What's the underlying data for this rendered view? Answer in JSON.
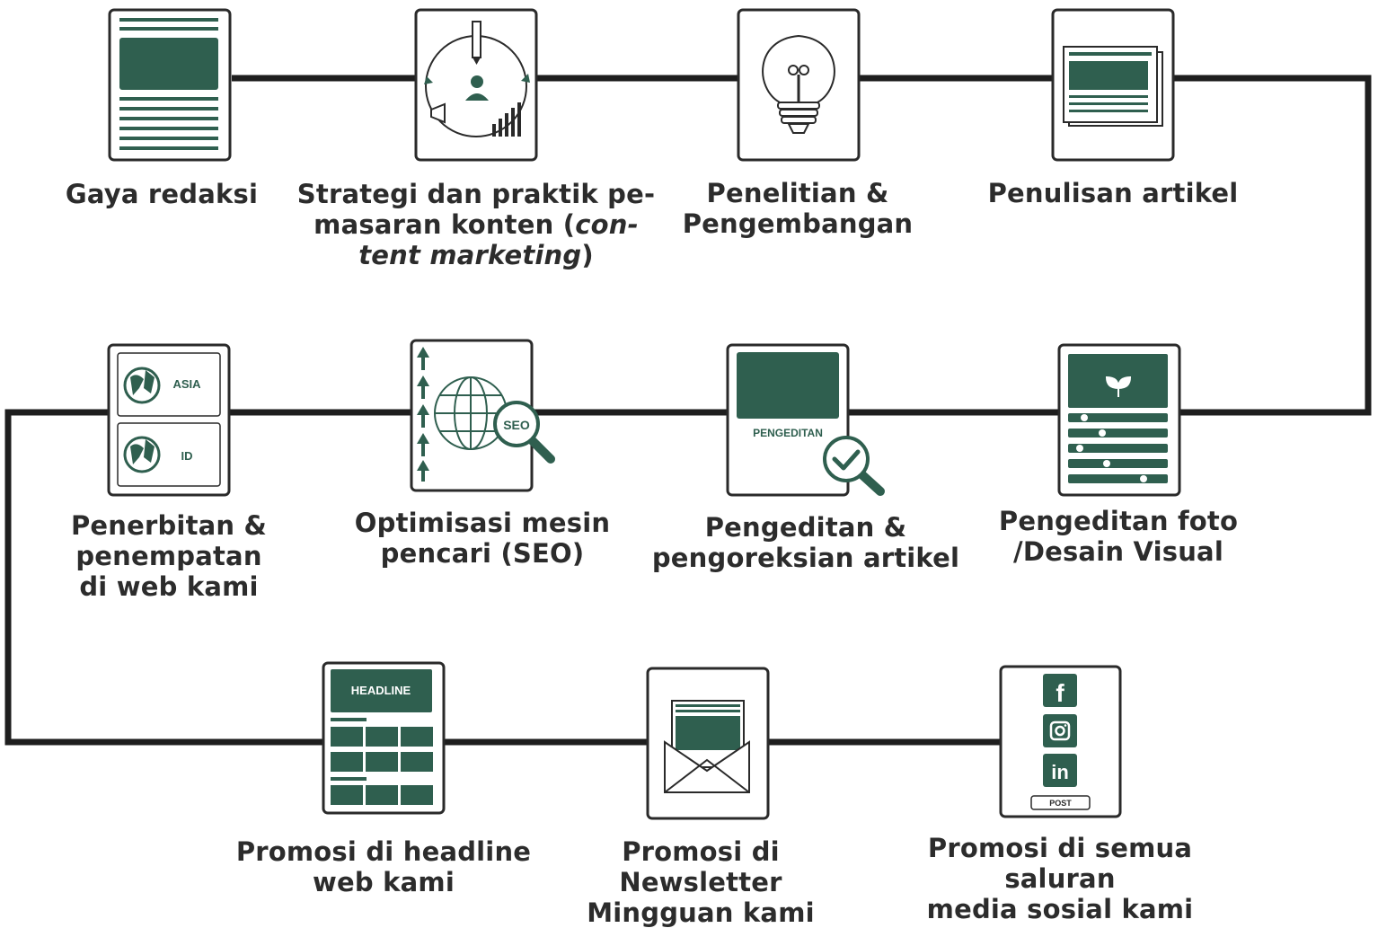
{
  "colors": {
    "accent": "#2f5f4f",
    "line": "#1e1e1e",
    "card_border": "#2a2a2a"
  },
  "steps": [
    {
      "icon": "newspaper-layout-icon",
      "label_lines": [
        "Gaya redaksi"
      ]
    },
    {
      "icon": "content-marketing-cycle-icon",
      "label_lines": [
        "Strategi dan praktik pe-",
        "masaran konten (",
        "tent marketing",
        ")"
      ],
      "italic_a": "con-"
    },
    {
      "icon": "lightbulb-icon",
      "label_lines": [
        "Penelitian &",
        "Pengembangan"
      ]
    },
    {
      "icon": "article-stack-icon",
      "label_lines": [
        "Penulisan artikel"
      ]
    },
    {
      "icon": "photo-design-icon",
      "label_lines": [
        "Pengeditan foto",
        "/Desain Visual"
      ]
    },
    {
      "icon": "editing-check-icon",
      "label_lines": [
        "Pengeditan &",
        "pengoreksian artikel"
      ],
      "badge": "PENGEDITAN"
    },
    {
      "icon": "seo-globe-icon",
      "label_lines": [
        "Optimisasi mesin",
        "pencari (SEO)"
      ],
      "badge": "SEO"
    },
    {
      "icon": "publish-regions-icon",
      "label_lines": [
        "Penerbitan &",
        "penempatan",
        "di web kami"
      ],
      "badge_a": "ASIA",
      "badge_b": "ID"
    },
    {
      "icon": "headline-grid-icon",
      "label_lines": [
        "Promosi di headline",
        "web kami"
      ],
      "badge": "HEADLINE"
    },
    {
      "icon": "newsletter-envelope-icon",
      "label_lines": [
        "Promosi di Newsletter",
        "Mingguan kami"
      ]
    },
    {
      "icon": "social-media-icon",
      "label_lines": [
        "Promosi di semua saluran",
        "media sosial kami"
      ],
      "badge": "POST"
    }
  ]
}
